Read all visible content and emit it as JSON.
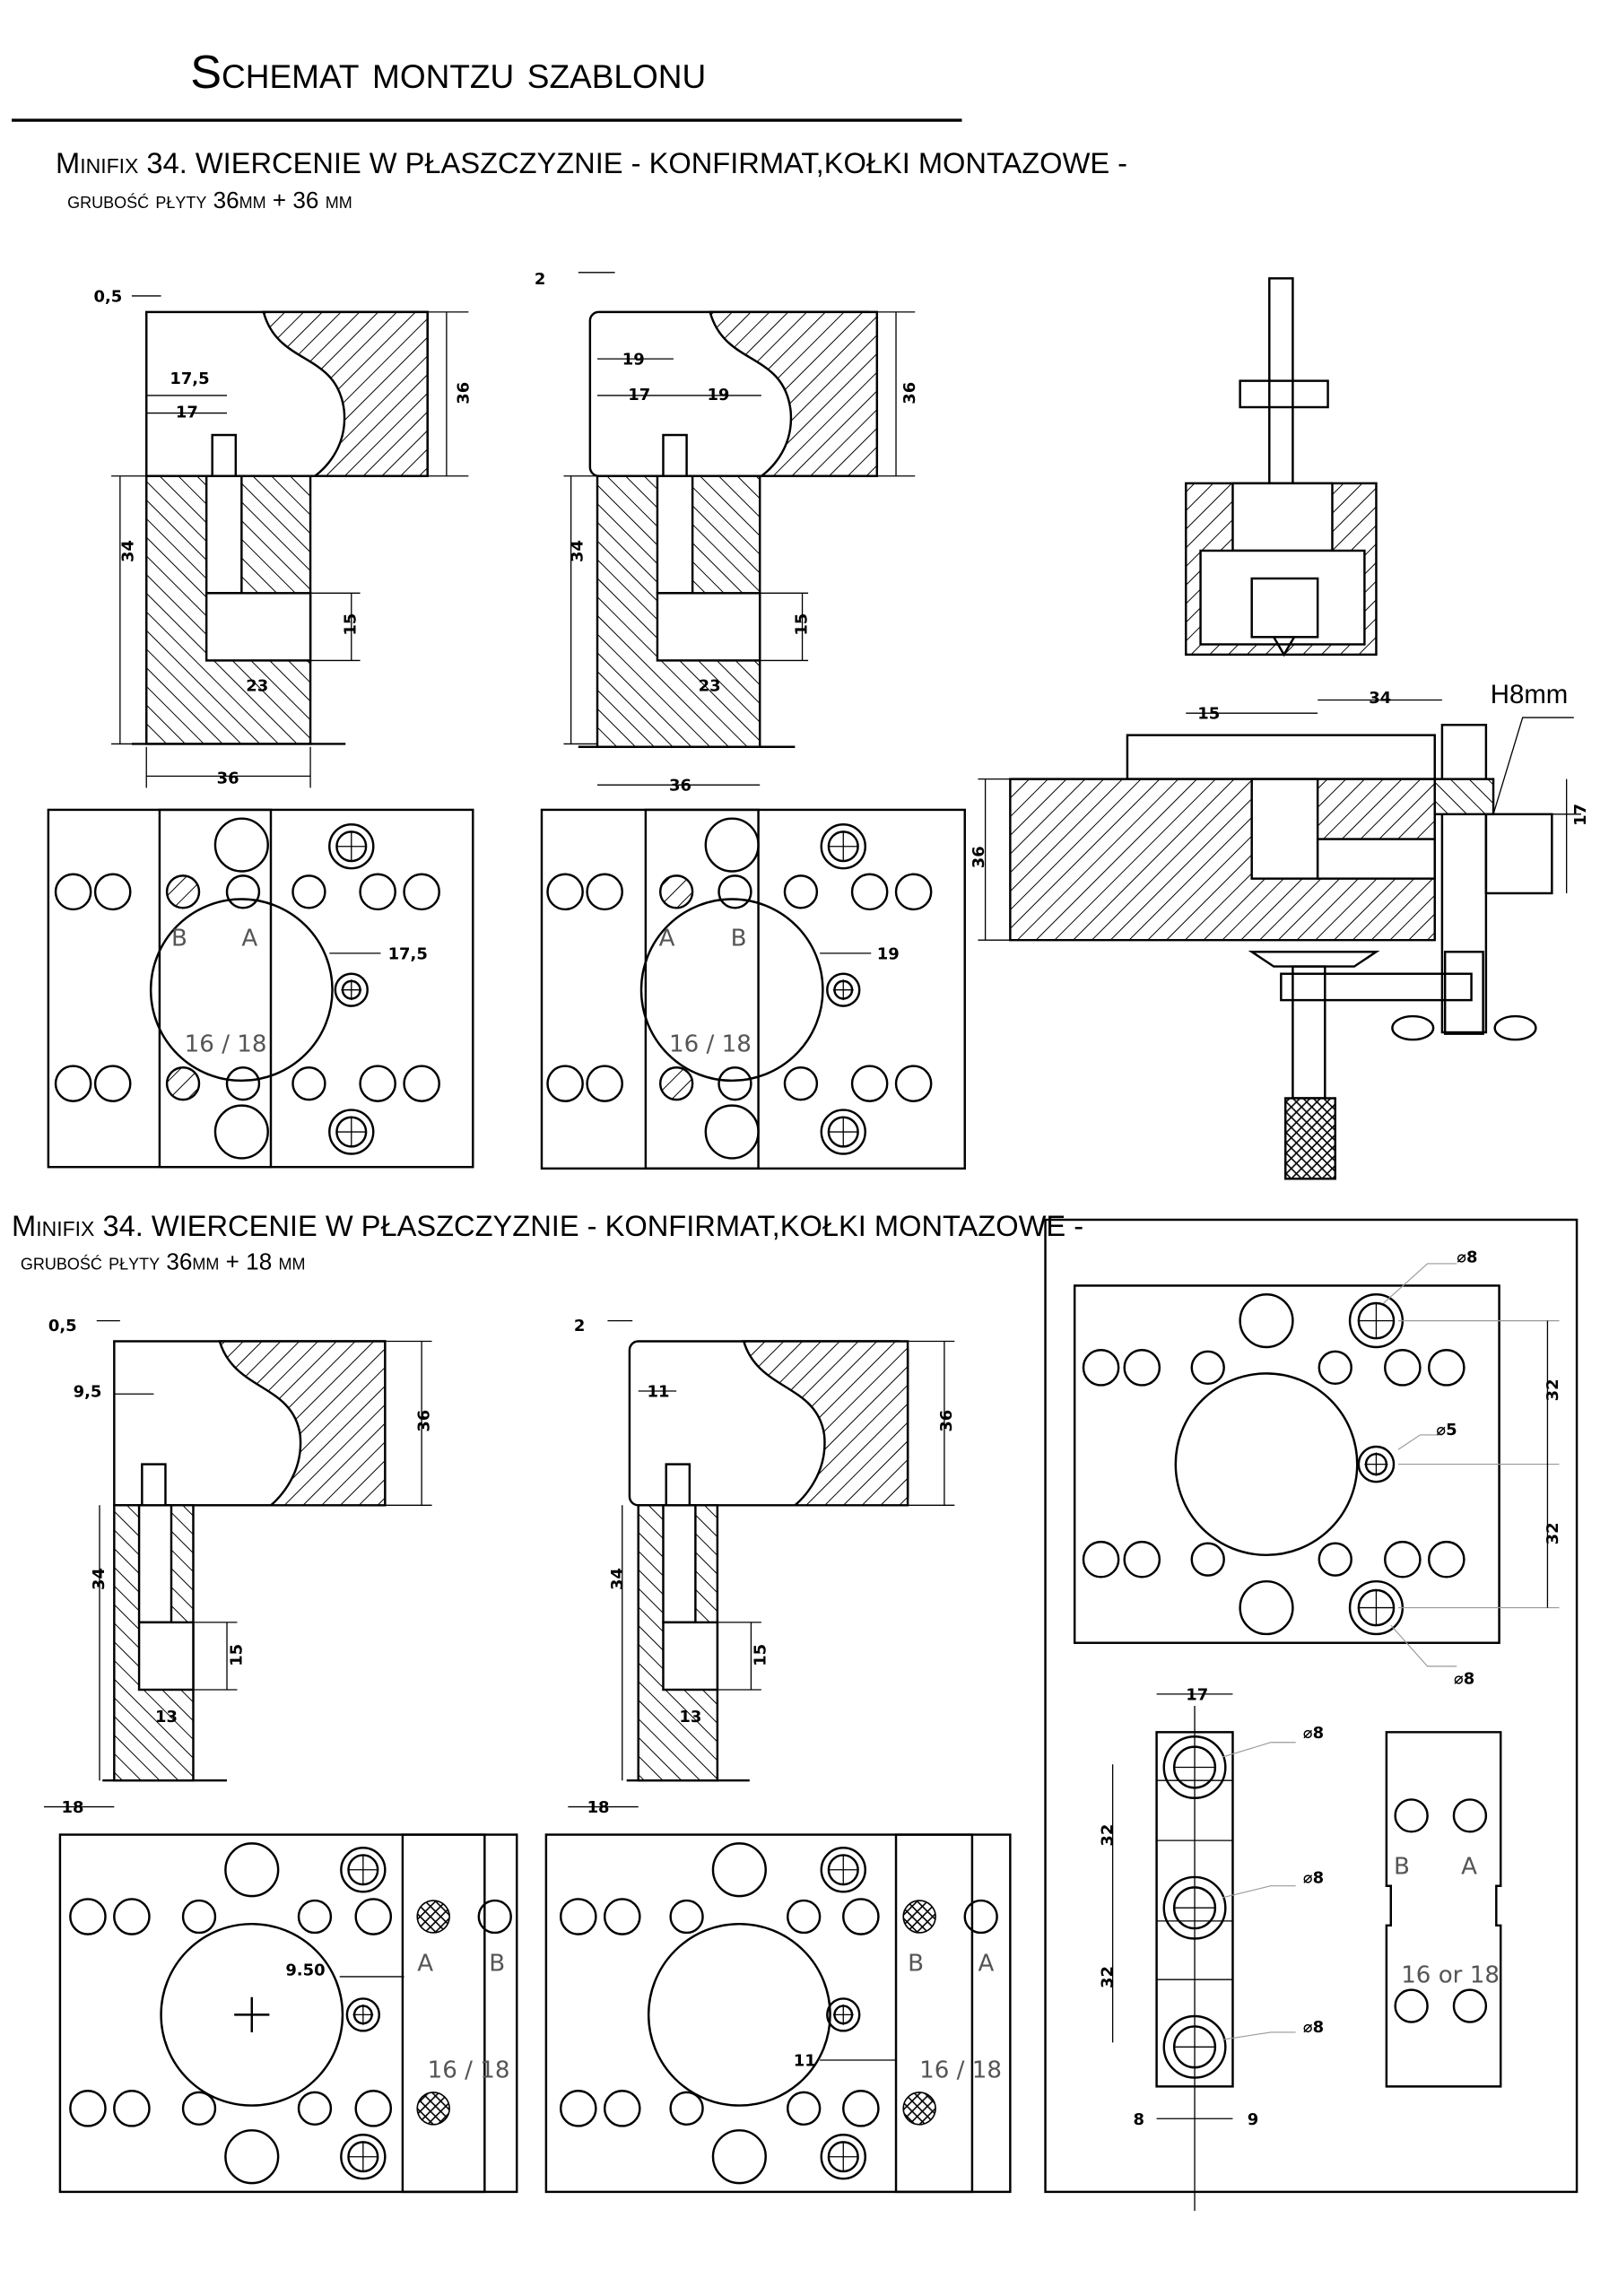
{
  "title": "Schemat montzu szablonu",
  "sections": [
    {
      "heading": "Minifix 34. WIERCENIE W PŁASZCZYZNIE - KONFIRMAT,KOŁKI MONTAZOWE -",
      "subheading": "grubość płyty 36mm + 36 mm",
      "drawing_a": [
        "0,5",
        "17,5",
        "17",
        "36",
        "34",
        "15",
        "23",
        "36"
      ],
      "drawing_b": [
        "2",
        "19",
        "17",
        "19",
        "36",
        "34",
        "15",
        "23",
        "36"
      ],
      "face_a": {
        "left": "B",
        "right": "A",
        "offset": "17,5",
        "thickness": "16 / 18"
      },
      "face_b": {
        "left": "A",
        "right": "B",
        "offset": "19",
        "thickness": "16 / 18"
      },
      "clamp": {
        "dim_15": "15",
        "dim_34": "34",
        "depth": "H8mm",
        "dim_36": "36",
        "dim_17": "17"
      }
    },
    {
      "heading": "Minifix 34. WIERCENIE W PŁASZCZYZNIE - KONFIRMAT,KOŁKI MONTAZOWE -",
      "subheading": "grubość płyty 36mm + 18 mm",
      "drawing_a": [
        "0,5",
        "9,5",
        "36",
        "34",
        "15",
        "13",
        "18"
      ],
      "drawing_b": [
        "2",
        "11",
        "36",
        "34",
        "15",
        "13",
        "18"
      ],
      "face_a": {
        "left": "A",
        "right": "B",
        "offset": "9.50",
        "thickness": "16 / 18"
      },
      "face_b": {
        "left": "B",
        "right": "A",
        "offset": "11",
        "thickness": "16 / 18"
      }
    }
  ],
  "template_detail": {
    "plate": {
      "d8_top": "⌀8",
      "d5": "⌀5",
      "d8_bottom": "⌀8",
      "pitch_1": "32",
      "pitch_2": "32"
    },
    "strip": {
      "width": "17",
      "d8_1": "⌀8",
      "d8_2": "⌀8",
      "d8_3": "⌀8",
      "pitch_1": "32",
      "pitch_2": "32",
      "left": "8",
      "right": "9"
    },
    "guide": {
      "left": "B",
      "right": "A",
      "thickness": "16 or 18"
    }
  }
}
